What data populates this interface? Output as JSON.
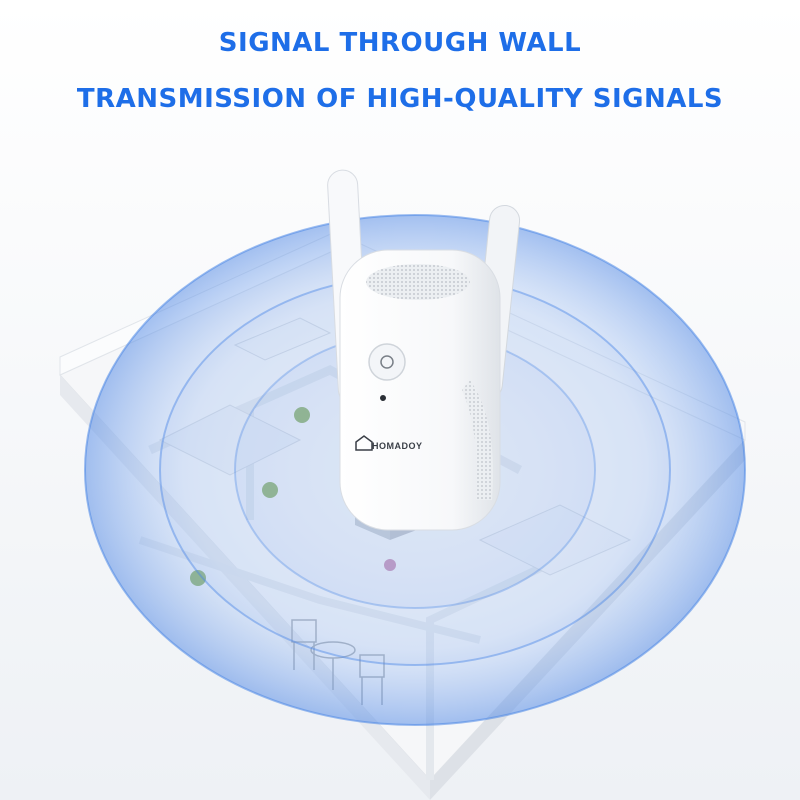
{
  "headline": {
    "line1": "SIGNAL THROUGH WALL",
    "line2": "TRANSMISSION OF HIGH-QUALITY SIGNALS"
  },
  "device": {
    "brand": "HOMADOY"
  },
  "colors": {
    "headline": "#1e6ee8",
    "signal": "#3f7fe0",
    "device": "#ffffff",
    "walls": "#f1f3f6"
  }
}
